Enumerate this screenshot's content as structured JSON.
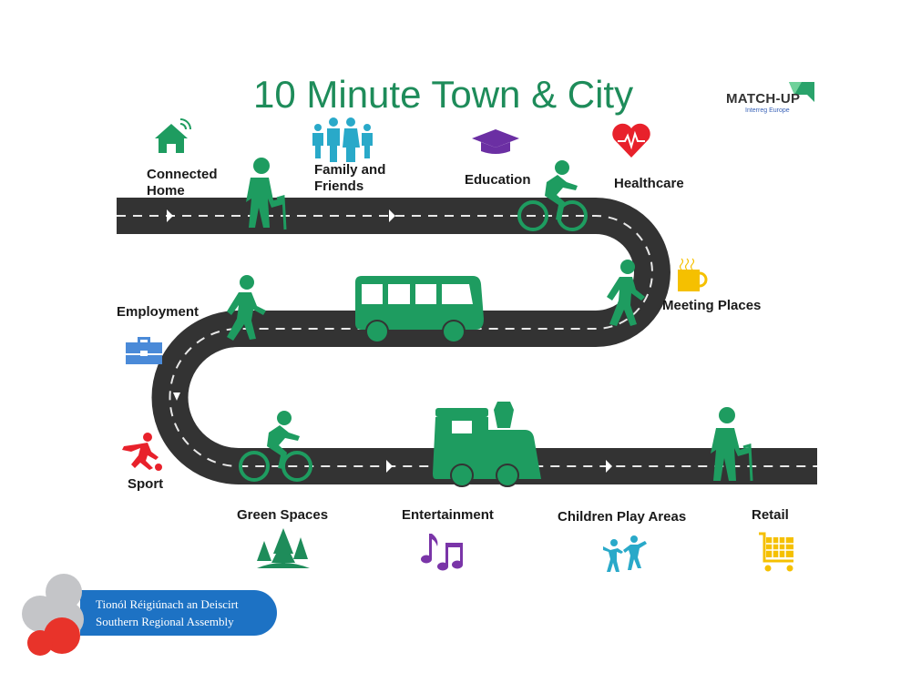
{
  "title": "10 Minute Town & City",
  "partner_logo": {
    "name": "MATCH-UP",
    "subtitle": "Interreg Europe",
    "accent_color": "#2aa36b"
  },
  "road": {
    "color": "#333333",
    "line_color": "#ffffff",
    "figure_color": "#1e9c60"
  },
  "destinations": [
    {
      "label_line1": "Connected",
      "label_line2": "Home",
      "icon": "wifi-house-icon",
      "color": "#1e9c60"
    },
    {
      "label_line1": "Family and",
      "label_line2": "Friends",
      "icon": "family-icon",
      "color": "#29a9c9"
    },
    {
      "label_line1": "Education",
      "icon": "graduation-cap-icon",
      "color": "#6b2fa3"
    },
    {
      "label_line1": "Healthcare",
      "icon": "heart-pulse-icon",
      "color": "#e8212b"
    },
    {
      "label_line1": "Meeting Places",
      "icon": "coffee-mug-icon",
      "color": "#f5c000"
    },
    {
      "label_line1": "Employment",
      "icon": "briefcase-icon",
      "color": "#4a8ad8"
    },
    {
      "label_line1": "Sport",
      "icon": "football-player-icon",
      "color": "#e8212b"
    },
    {
      "label_line1": "Green Spaces",
      "icon": "trees-icon",
      "color": "#1e8c5a"
    },
    {
      "label_line1": "Entertainment",
      "icon": "music-notes-icon",
      "color": "#7a35a8"
    },
    {
      "label_line1": "Children Play Areas",
      "icon": "children-playing-icon",
      "color": "#29a9c9"
    },
    {
      "label_line1": "Retail",
      "icon": "shopping-cart-icon",
      "color": "#f5c000"
    }
  ],
  "travellers": [
    "elderly-walker-with-cane",
    "cyclist",
    "walker",
    "walker",
    "bus",
    "cyclist",
    "train",
    "elderly-walker-with-cane"
  ],
  "footer_logo": {
    "line1": "Tionól Réigiúnach an Deiscirt",
    "line2": "Southern Regional Assembly",
    "pill_color": "#1d72c4",
    "cloud_grey": "#c4c5c8",
    "cloud_red": "#e8332a"
  }
}
